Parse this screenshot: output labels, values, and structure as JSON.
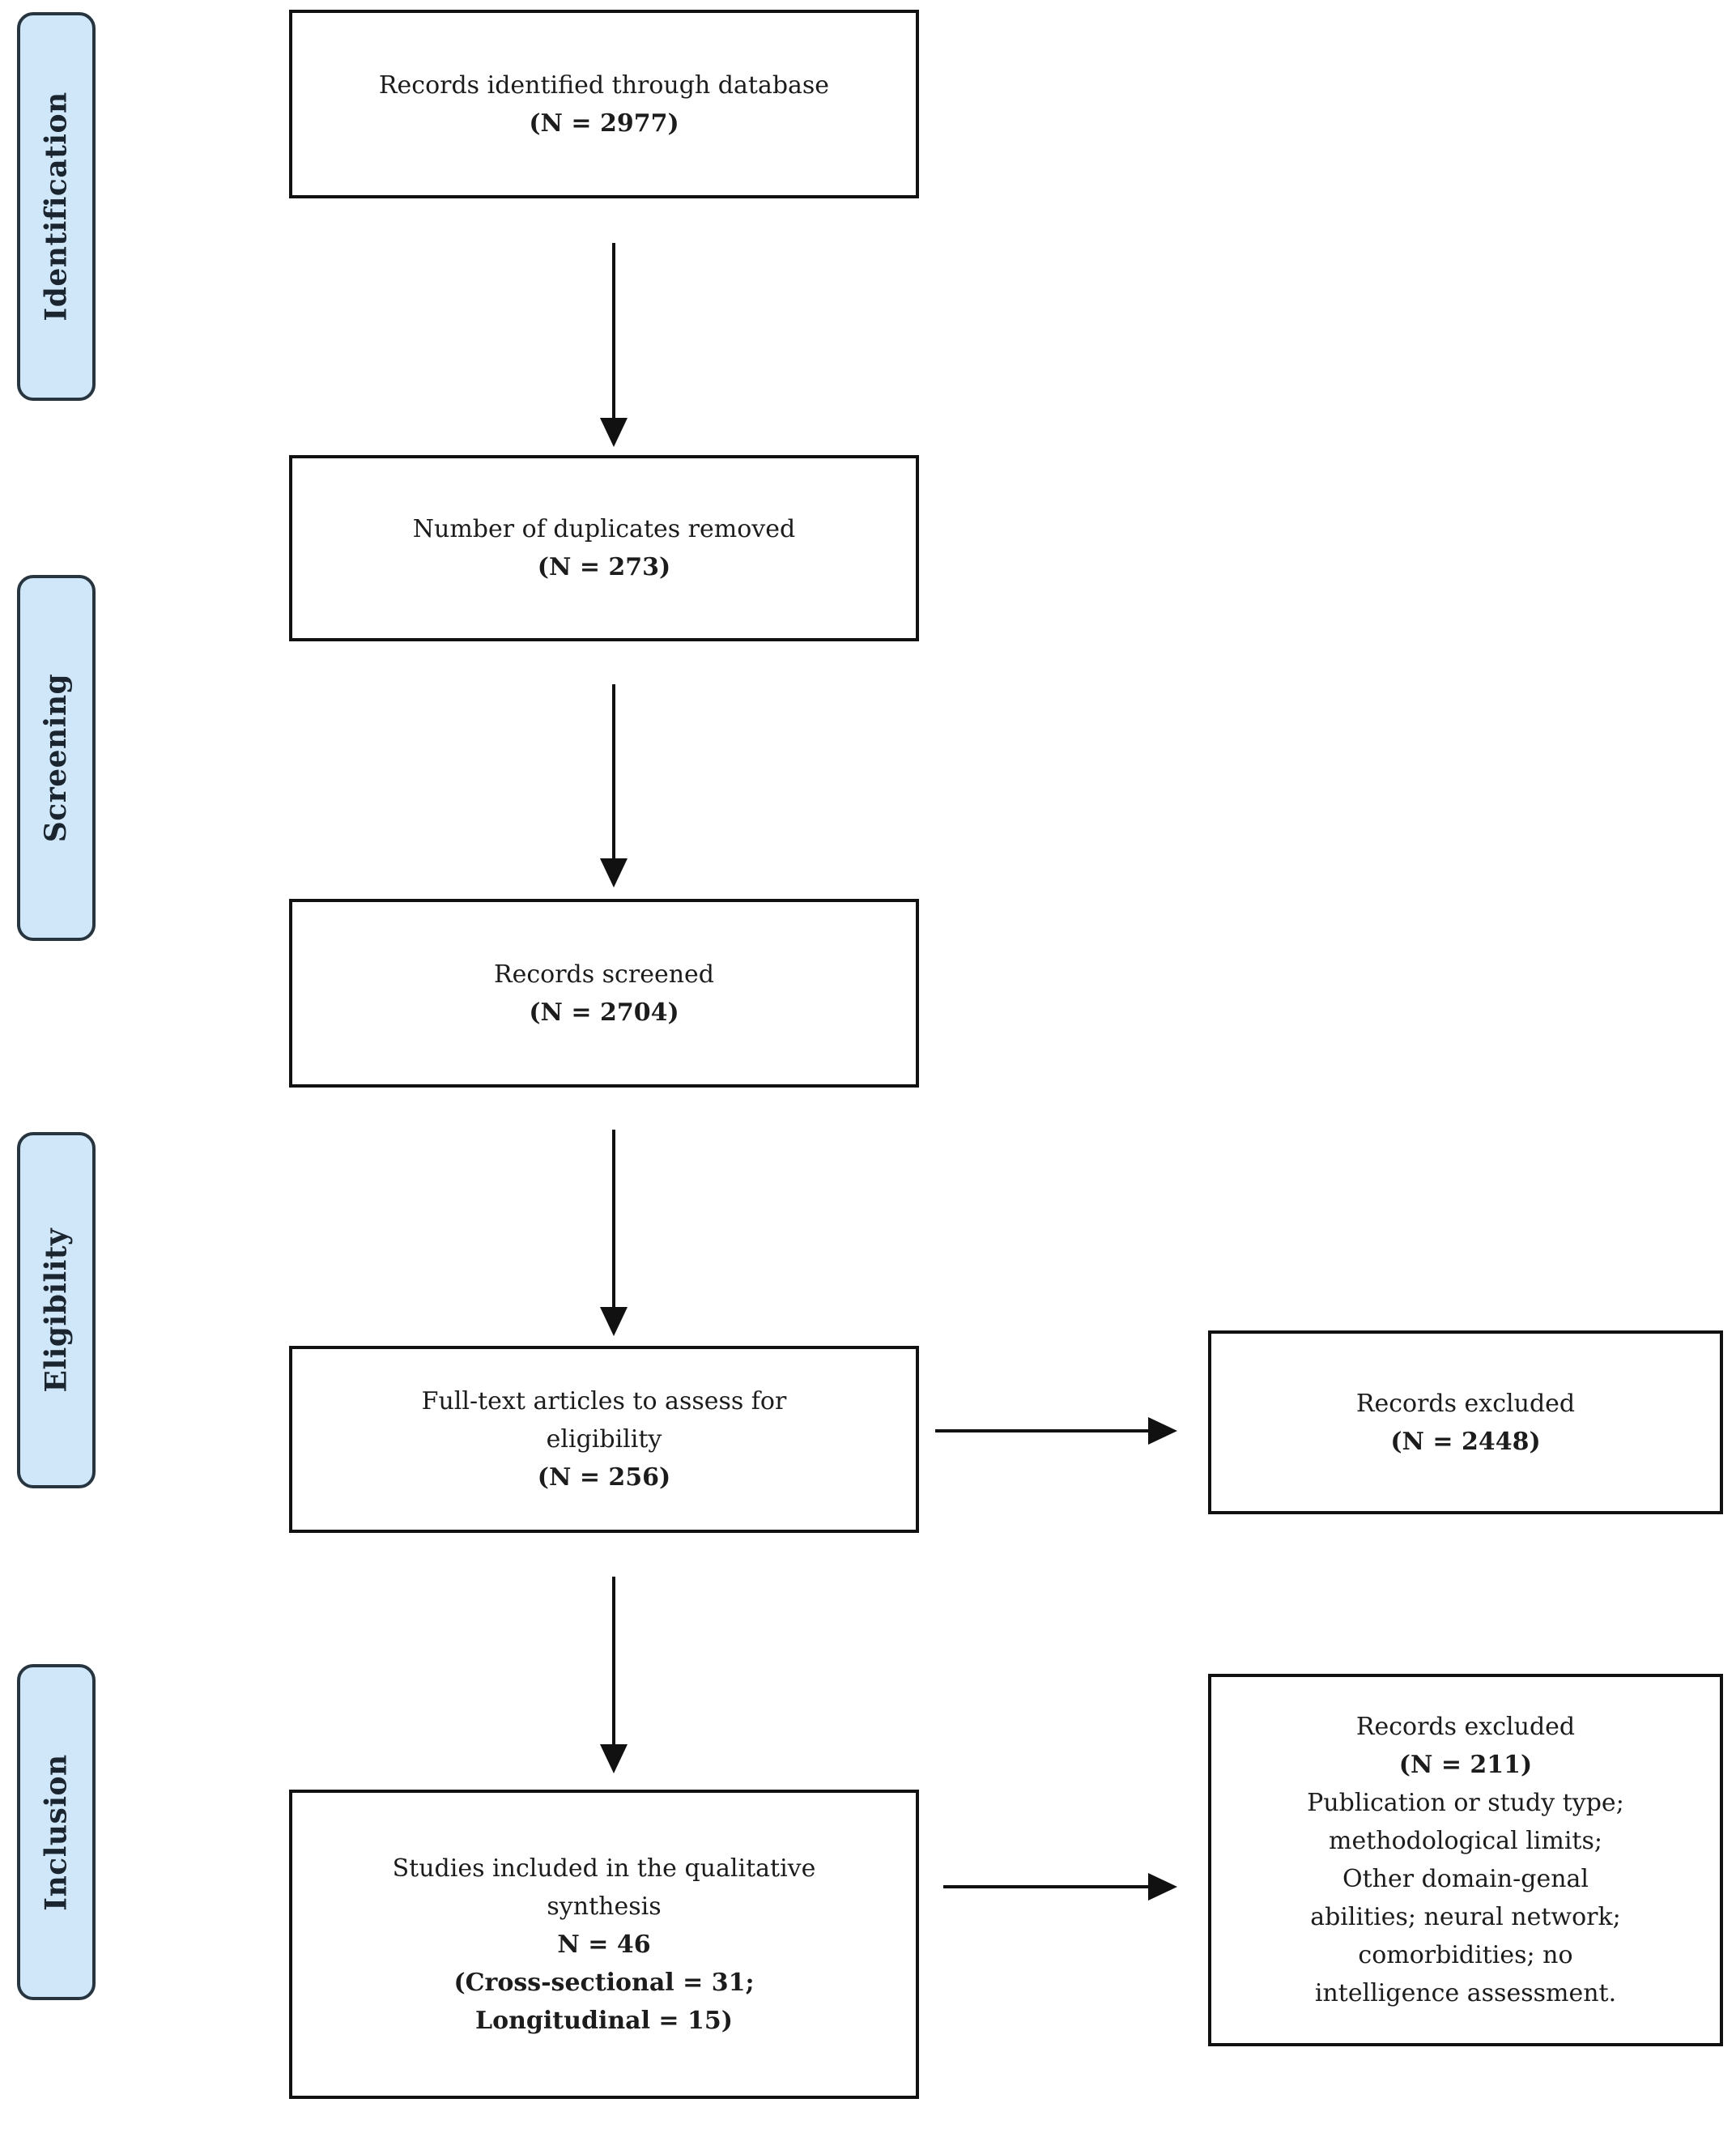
{
  "figure": {
    "type": "prisma-flow-diagram",
    "colors": {
      "stage_fill": "#cfe7f8",
      "stage_border": "#273540",
      "box_border": "#111111",
      "text": "#1c1c1c"
    }
  },
  "sidebar": {
    "stages": [
      {
        "label": "Identification"
      },
      {
        "label": "Screening"
      },
      {
        "label": "Eligibility"
      },
      {
        "label": "Inclusion"
      }
    ]
  },
  "flow": {
    "identified": {
      "line1": "Records identified through database",
      "line2": "(N = 2977)"
    },
    "duplicates": {
      "line1": "Number of duplicates removed",
      "line2": "(N = 273)"
    },
    "screened": {
      "line1": "Records screened",
      "line2": "(N = 2704)"
    },
    "fulltext": {
      "line1": "Full-text articles to assess for",
      "line2": "eligibility",
      "line3": "(N = 256)"
    },
    "included": {
      "line1": "Studies included in the qualitative",
      "line2": "synthesis",
      "line3": "N = 46",
      "line4": "(Cross-sectional = 31;",
      "line5": "Longitudinal = 15)"
    }
  },
  "excluded": {
    "screening": {
      "line1": "Records excluded",
      "line2": "(N = 2448)"
    },
    "fulltext": {
      "line1": "Records excluded",
      "line2": "(N = 211)",
      "line3": "Publication or study type;",
      "line4": "methodological limits;",
      "line5": "Other domain-genal",
      "line6": "abilities; neural network;",
      "line7": "comorbidities; no",
      "line8": "intelligence assessment."
    }
  }
}
